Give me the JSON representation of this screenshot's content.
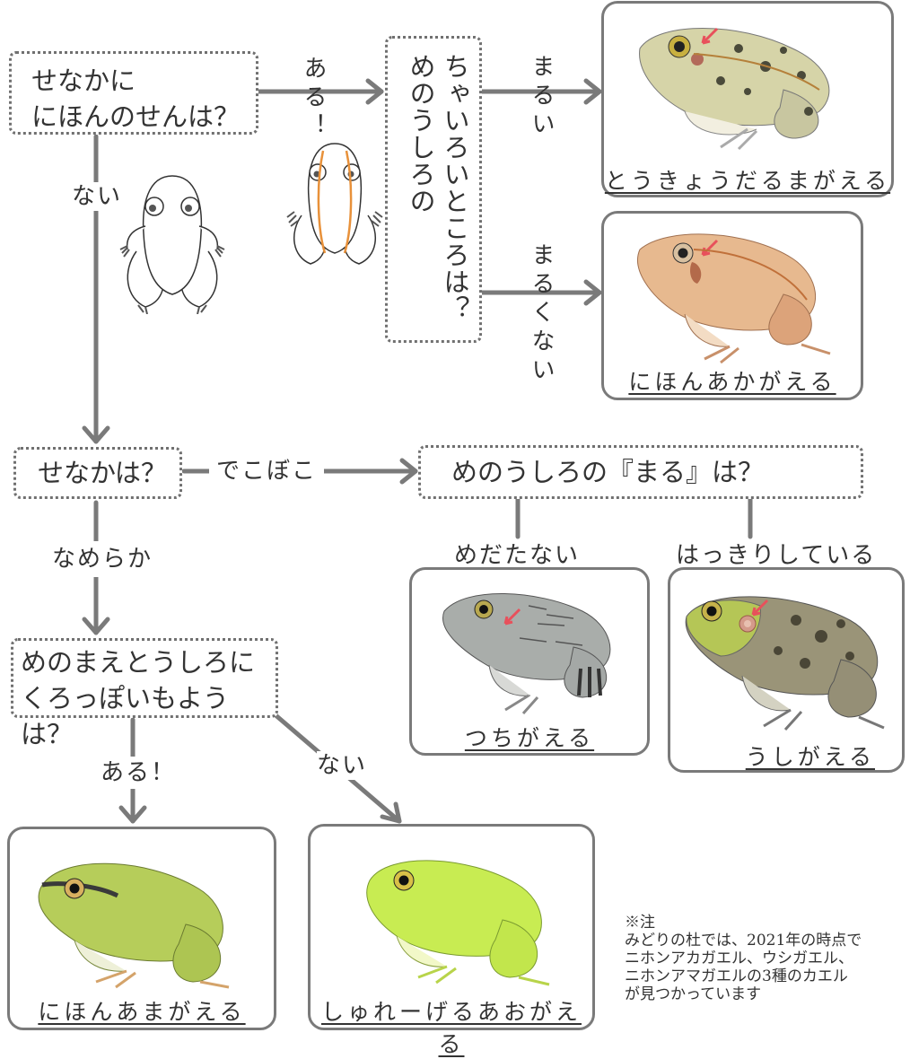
{
  "q1": {
    "line1": "せなかに",
    "line2": "にほんのせんは？"
  },
  "q2": {
    "text": "ちゃいろいところは？めのうしろの"
  },
  "q3": {
    "text": "せなかは？"
  },
  "q4": {
    "text": "めのうしろの『まる』は？"
  },
  "q5": {
    "line1": "めのまえとうしろに",
    "line2": "くろっぽいもようは？"
  },
  "labels": {
    "aru1": "ある！",
    "nai1": "ない",
    "marui": "まるい",
    "marukunai": "まるくない",
    "dekoboko": "でこぼこ",
    "nameraka": "なめらか",
    "medatanai": "めだたない",
    "hakkiri": "はっきりしている",
    "aru2": "ある！",
    "nai2": "ない"
  },
  "cards": {
    "tokyo": "とうきょうだるまがえる",
    "nihonakagaeru": "にほんあかがえる",
    "tsuchi": "つちがえる",
    "ushi": "うしがえる",
    "nihonamagaeru": "にほんあまがえる",
    "schlegel": "しゅれーげるあおがえる"
  },
  "note": {
    "line1": "※注",
    "line2": "みどりの杜では、2021年の時点で",
    "line3": "ニホンアカガエル、ウシガエル、",
    "line4": "ニホンアマガエルの3種のカエル",
    "line5": "が見つかっています"
  },
  "colors": {
    "line": "#7a7a7a",
    "stripe": "#e8913a",
    "arrow_mark": "#e8505b"
  }
}
